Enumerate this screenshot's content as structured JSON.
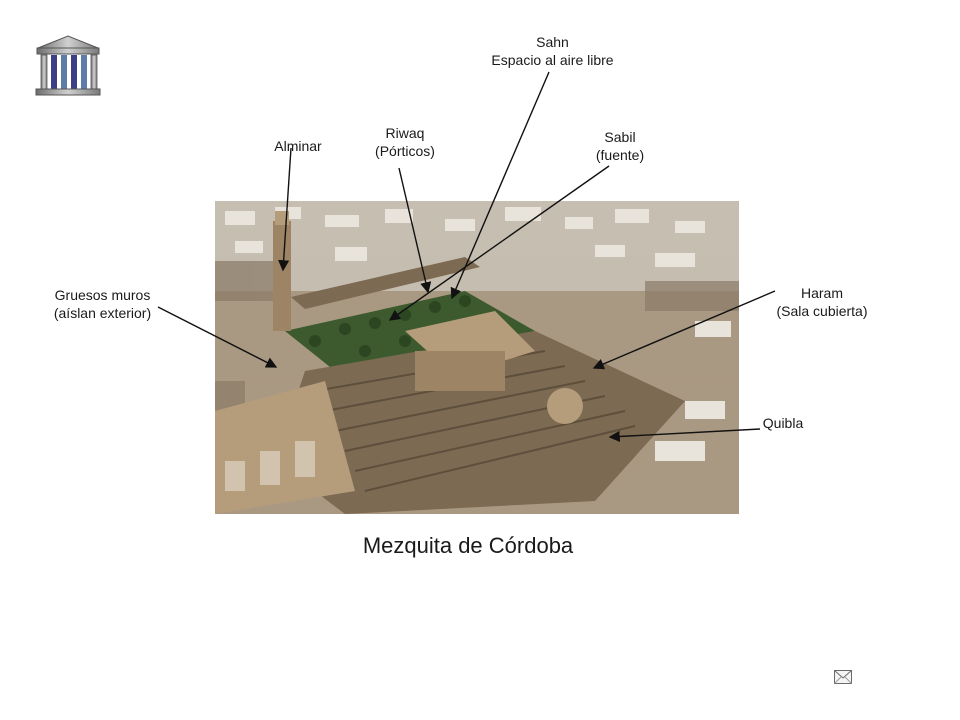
{
  "caption": "Mezquita de Córdoba",
  "labels": {
    "sahn": {
      "line1": "Sahn",
      "line2": "Espacio al aire libre"
    },
    "riwaq": {
      "line1": "Riwaq",
      "line2": "(Pórticos)"
    },
    "sabil": {
      "line1": "Sabil",
      "line2": "(fuente)"
    },
    "alminar": {
      "line1": "Alminar"
    },
    "gruesos_muros": {
      "line1": "Gruesos muros",
      "line2": "(aíslan exterior)"
    },
    "haram": {
      "line1": "Haram",
      "line2": "(Sala cubierta)"
    },
    "quibla": {
      "line1": "Quibla"
    }
  },
  "icons": {
    "logo": "temple-logo-icon",
    "mail": "mail-icon"
  },
  "colors": {
    "arrow": "#111111",
    "stone": "#9c8464",
    "roof": "#7d6a52",
    "trees": "#3c5a2e"
  }
}
